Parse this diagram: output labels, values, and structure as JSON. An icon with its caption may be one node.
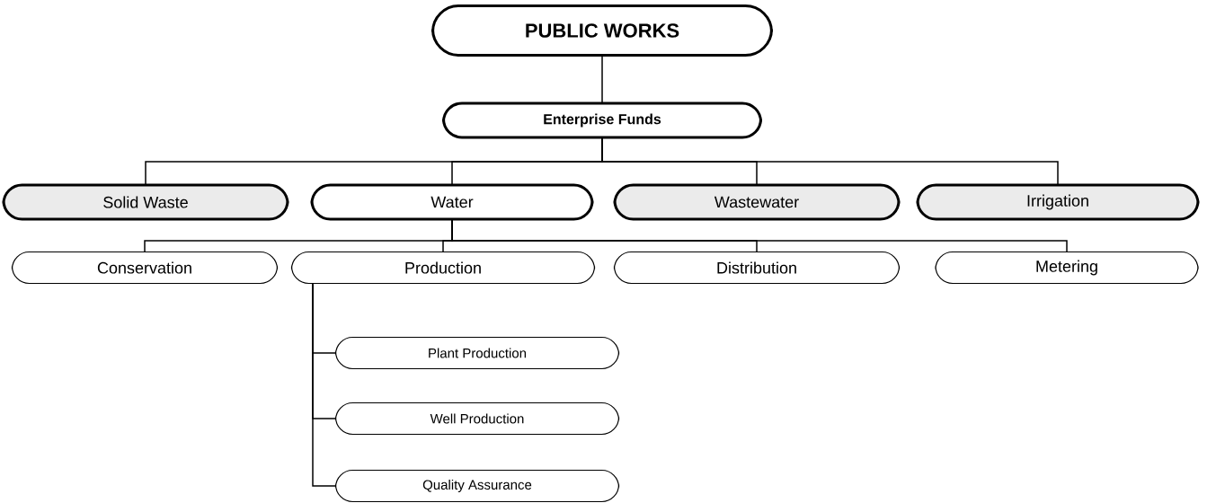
{
  "diagram": {
    "nodes": [
      {
        "text": [
          "PUBLIC WORKS"
        ]
      },
      {
        "text": [
          "Enterprise Funds"
        ]
      },
      {
        "text": [
          "Solid Waste"
        ]
      },
      {
        "text": [
          "Water"
        ]
      },
      {
        "text": [
          "Wastewater"
        ]
      },
      {
        "text": [
          "Irrigation"
        ]
      },
      {
        "text": [
          "Conservation"
        ]
      },
      {
        "text": [
          "Production"
        ]
      },
      {
        "text": [
          "Distribution"
        ]
      },
      {
        "text": [
          "Metering"
        ]
      },
      {
        "text": [
          "Plant Production"
        ]
      },
      {
        "text": [
          "Well Production"
        ]
      },
      {
        "text": [
          "Quality Assurance"
        ]
      }
    ],
    "edges": [
      {
        "from": 0,
        "to": 1,
        "arrow": "none"
      },
      {
        "from": 1,
        "to": 2,
        "arrow": "none"
      },
      {
        "from": 1,
        "to": 3,
        "arrow": "none"
      },
      {
        "from": 1,
        "to": 4,
        "arrow": "none"
      },
      {
        "from": 1,
        "to": 5,
        "arrow": "none"
      },
      {
        "from": 3,
        "to": 6,
        "arrow": "none"
      },
      {
        "from": 3,
        "to": 7,
        "arrow": "none"
      },
      {
        "from": 3,
        "to": 8,
        "arrow": "none"
      },
      {
        "from": 3,
        "to": 9,
        "arrow": "none"
      },
      {
        "from": 7,
        "to": 10,
        "arrow": "none"
      },
      {
        "from": 7,
        "to": 11,
        "arrow": "none"
      },
      {
        "from": 7,
        "to": 12,
        "arrow": "none"
      }
    ]
  }
}
